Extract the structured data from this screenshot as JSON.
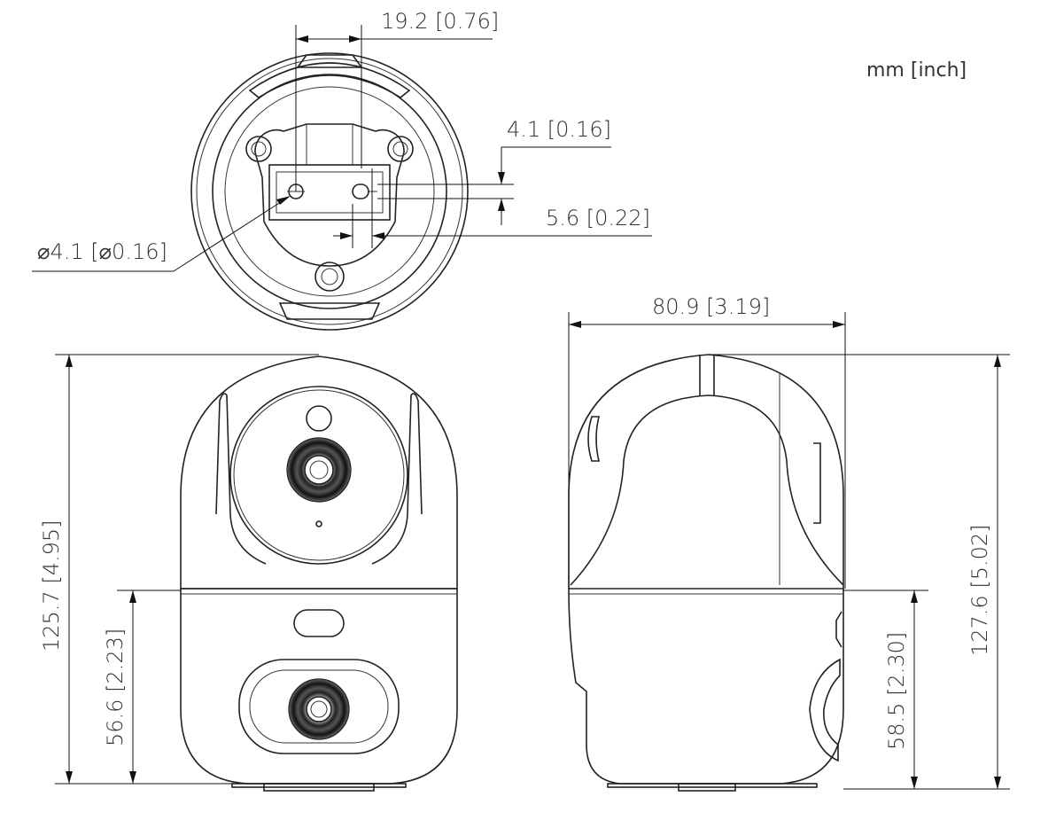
{
  "units": "mm [inch]",
  "top_view": {
    "width_dim": "19.2 [0.76]",
    "offset_dim": "4.1 [0.16]",
    "depth_dim": "5.6 [0.22]",
    "hole_dim": "⌀4.1 [⌀0.16]"
  },
  "front_view": {
    "height_dim": "125.7 [4.95]",
    "base_height_dim": "56.6 [2.23]"
  },
  "side_view": {
    "width_dim": "80.9 [3.19]",
    "height_dim": "127.6 [5.02]",
    "base_height_dim": "58.5 [2.30]"
  }
}
